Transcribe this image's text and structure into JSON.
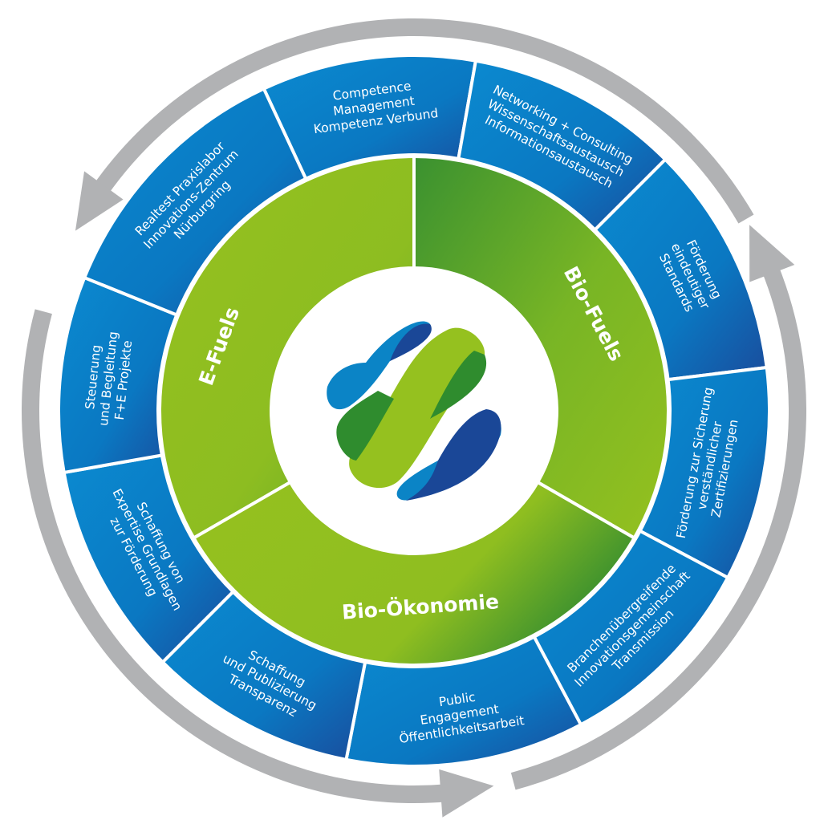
{
  "diagram": {
    "title": "",
    "colors": {
      "outer_segment_light": "#0b8ad0",
      "outer_segment_dark": "#1a4c9c",
      "inner_green_light": "#95c11f",
      "inner_green_dark": "#3a9130",
      "arrow_grey": "#b1b2b4",
      "separator": "#ffffff",
      "logo_blue_light": "#0b84c6",
      "logo_blue_dark": "#1a4797",
      "logo_green_light": "#95c11f",
      "logo_green_dark": "#2f8c2e"
    },
    "inner_ring": [
      {
        "id": "e-fuels",
        "label": "E-Fuels"
      },
      {
        "id": "bio-fuels",
        "label": "Bio-Fuels"
      },
      {
        "id": "bio-oekonomie",
        "label": "Bio-Ökonomie"
      }
    ],
    "outer_segments": [
      {
        "id": "competence",
        "lines": [
          "Competence",
          "Management",
          "Kompetenz Verbund"
        ]
      },
      {
        "id": "networking",
        "lines": [
          "Networking + Consulting",
          "Wissenschaftsaustausch",
          "Informationsaustausch"
        ]
      },
      {
        "id": "standards",
        "lines": [
          "Förderung",
          "eindeutiger",
          "Standards"
        ]
      },
      {
        "id": "zertifizierungen",
        "lines": [
          "Förderung zur Sicherung",
          "verständlicher",
          "Zertifizierungen"
        ]
      },
      {
        "id": "innovationsgemeinschaft",
        "lines": [
          "Branchenübergreifende",
          "Innovationsgemeinschaft",
          "Transmission"
        ]
      },
      {
        "id": "public-engagement",
        "lines": [
          "Public",
          "Engagement",
          "Öffentlichkeitsarbeit"
        ]
      },
      {
        "id": "transparenz",
        "lines": [
          "Schaffung",
          "und Publizierung",
          "Transparenz"
        ]
      },
      {
        "id": "expertise",
        "lines": [
          "Schaffung von",
          "Expertise Grundlagen",
          "zur Förderung"
        ]
      },
      {
        "id": "steuerung",
        "lines": [
          "Steuerung",
          "und Begleitung",
          "F+E Projekte"
        ]
      },
      {
        "id": "realtest",
        "lines": [
          "Realtest Praxislabor",
          "Innovations-Zentrum",
          "Nürburgring"
        ]
      }
    ],
    "cycle_arrows": [
      {
        "id": "arrow-top",
        "direction": "counterclockwise"
      },
      {
        "id": "arrow-bottom-left",
        "direction": "counterclockwise"
      },
      {
        "id": "arrow-right",
        "direction": "counterclockwise"
      }
    ],
    "center_logo": {
      "name": "logo-mark"
    }
  }
}
